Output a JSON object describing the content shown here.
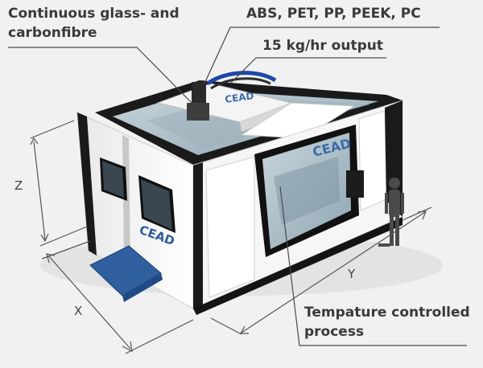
{
  "callouts": {
    "fibre_line1": "Continuous glass- and",
    "fibre_line2": "carbonfibre",
    "materials": "ABS, PET, PP, PEEK, PC",
    "output": "15 kg/hr output",
    "temp_line1": "Tempature controlled",
    "temp_line2": "process"
  },
  "axes": {
    "z": "Z",
    "x": "X",
    "y": "Y"
  },
  "branding": {
    "logo_text": "CEAD"
  },
  "colors": {
    "background": "#f1f1f1",
    "panel_white": "#f7f7f7",
    "frame_black": "#161616",
    "glass": "#aebfc8",
    "blue_tray": "#2f5f9e",
    "label_text": "#3a3a3a",
    "leader_line": "#4a4a4a"
  }
}
